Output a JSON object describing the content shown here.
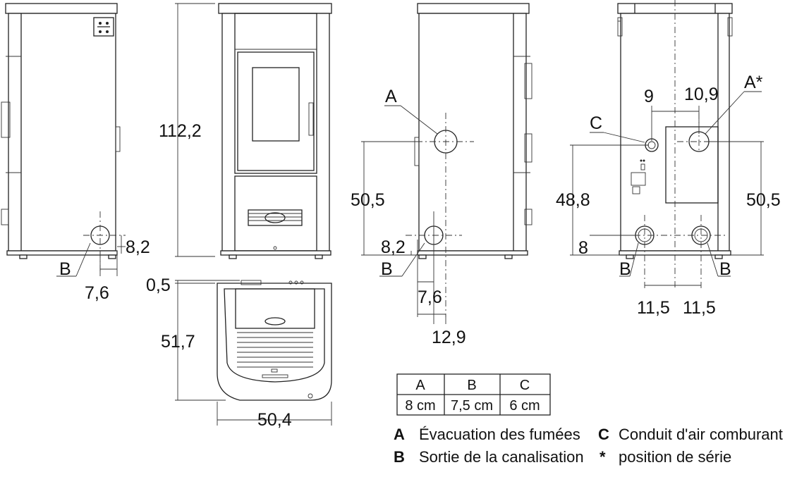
{
  "dimensions": {
    "side_left_height_offset": "8,2",
    "side_left_depth": "7,6",
    "front_height": "112,2",
    "top_gap": "0,5",
    "top_depth": "51,7",
    "top_width": "50,4",
    "side_right_flue_height": "50,5",
    "side_right_offset": "8,2",
    "side_right_depth_a": "7,6",
    "side_right_depth_b": "12,9",
    "back_dist_c": "9",
    "back_dist_a": "10,9",
    "back_height_c": "48,8",
    "back_height_a": "50,5",
    "back_height_b": "8",
    "back_b_left": "11,5",
    "back_b_right": "11,5"
  },
  "labels": {
    "b_left": "B",
    "a_right": "A",
    "b_right": "B",
    "c_back": "C",
    "a_back": "A*",
    "b_back_left": "B",
    "b_back_right": "B"
  },
  "table": {
    "headers": [
      "A",
      "B",
      "C"
    ],
    "values": [
      "8 cm",
      "7,5 cm",
      "6 cm"
    ]
  },
  "legend": [
    {
      "key": "A",
      "text": "Évacuation des fumées"
    },
    {
      "key": "B",
      "text": "Sortie de la canalisation"
    },
    {
      "key": "C",
      "text": "Conduit d'air comburant"
    },
    {
      "key": "*",
      "text": "position de série"
    }
  ]
}
